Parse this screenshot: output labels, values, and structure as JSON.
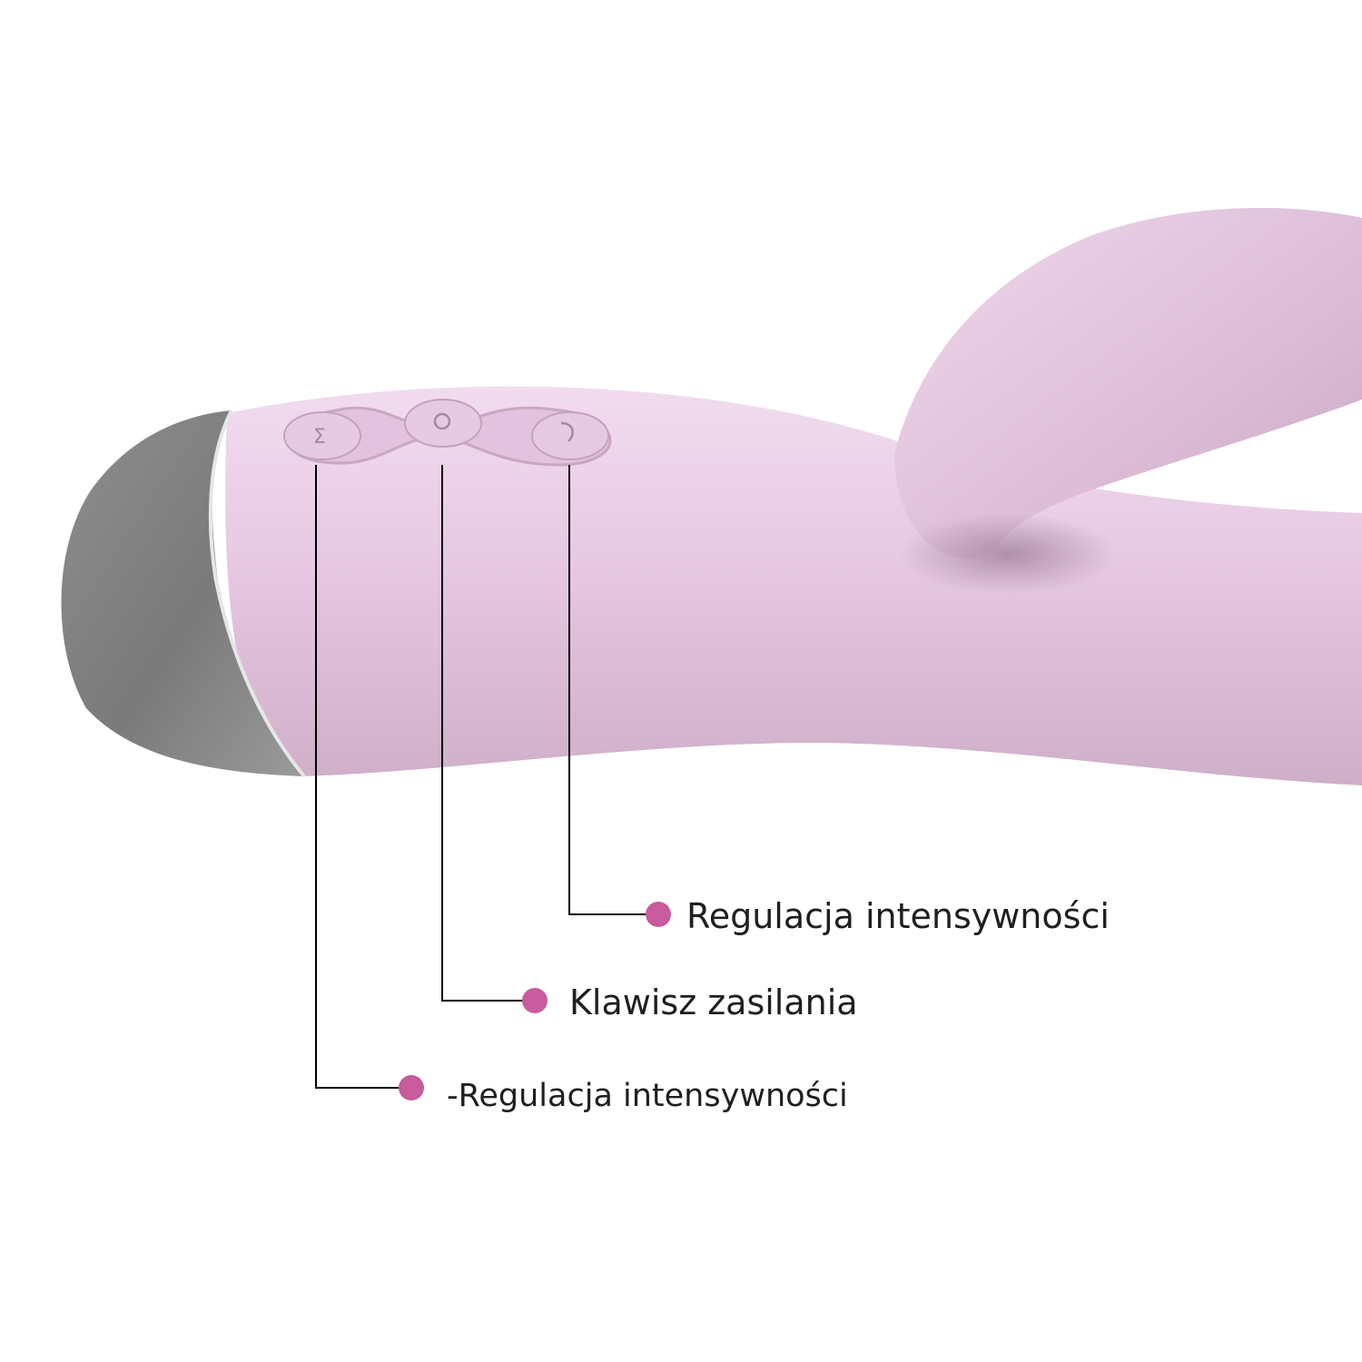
{
  "colors": {
    "body_pink": "#e9cbe5",
    "body_pink_shadow": "#b896b0",
    "cap_gray": "#7d7d7d",
    "accent_dot": "#c85a9e",
    "leader_line": "#000000",
    "text": "#1f1f1f"
  },
  "product": {
    "buttons": [
      {
        "icon": "minus-icon"
      },
      {
        "icon": "power-icon"
      },
      {
        "icon": "plus-icon"
      }
    ]
  },
  "callouts": [
    {
      "label": "Regulacja intensywności"
    },
    {
      "label": "Klawisz zasilania"
    },
    {
      "label": "-Regulacja intensywności"
    }
  ]
}
